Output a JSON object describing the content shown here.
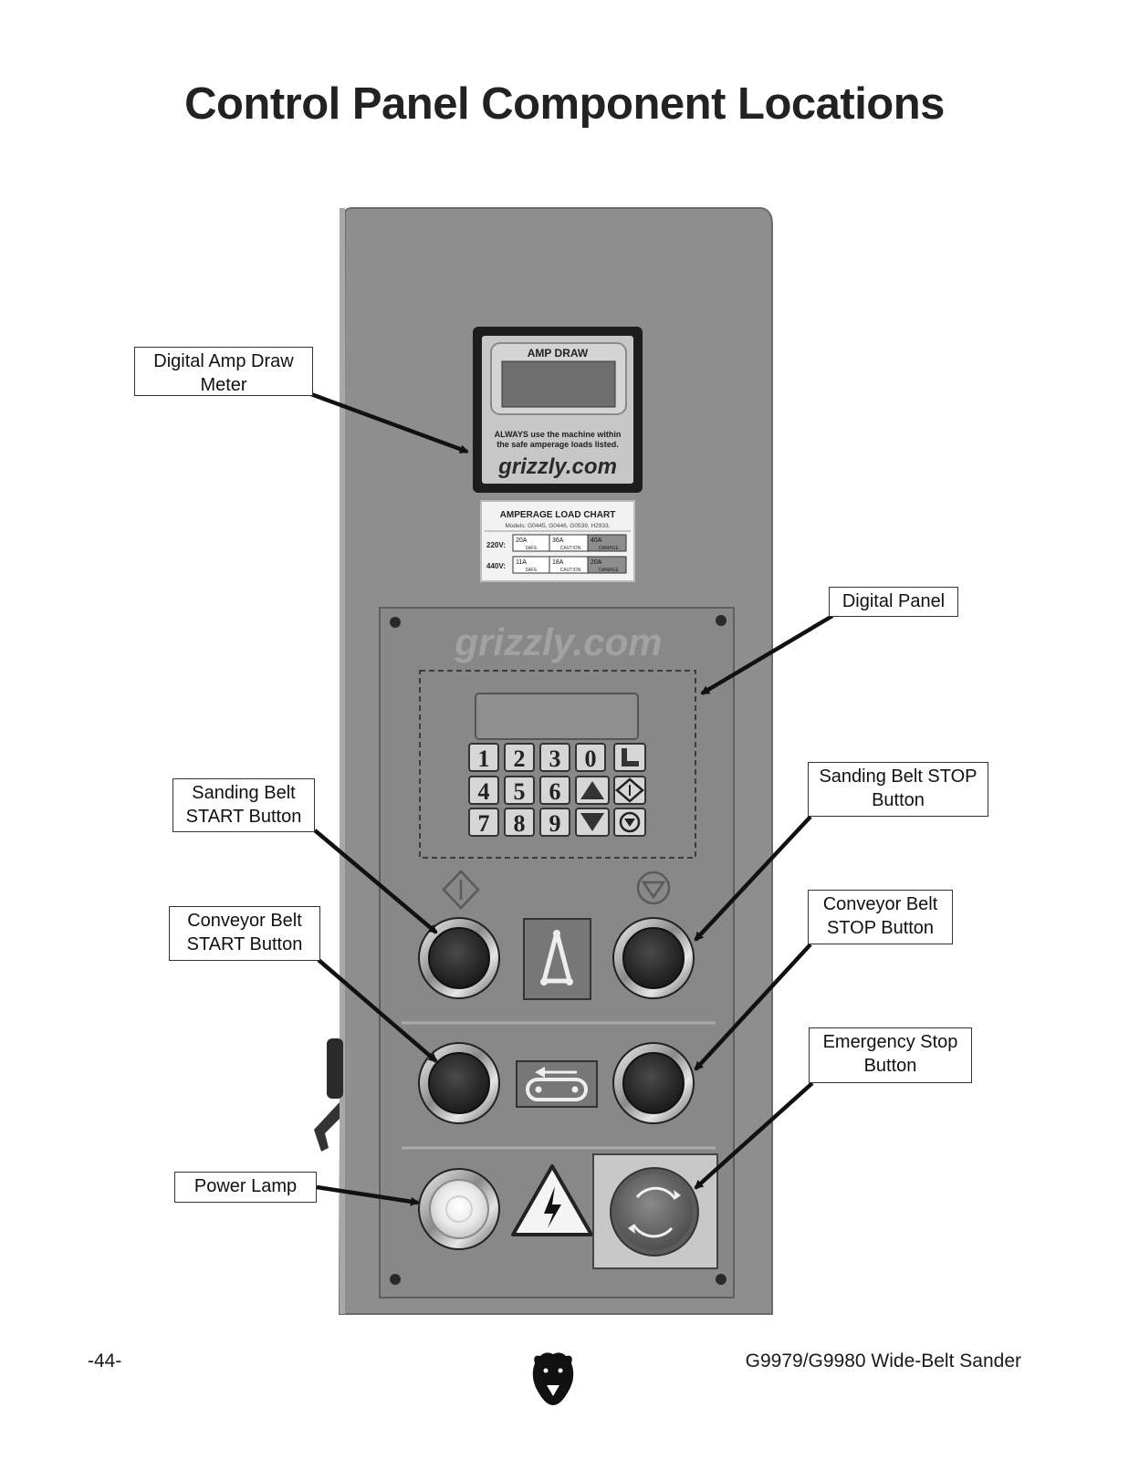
{
  "title": "Control Panel Component Locations",
  "footer": {
    "page_number": "-44-",
    "model": "G9979/G9980 Wide-Belt Sander"
  },
  "callouts": {
    "amp_meter": "Digital Amp Draw\nMeter",
    "digital_panel": "Digital Panel",
    "sanding_start": "Sanding Belt\nSTART Button",
    "sanding_stop": "Sanding Belt STOP\nButton",
    "conveyor_start": "Conveyor Belt\nSTART Button",
    "conveyor_stop": "Conveyor Belt\nSTOP Button",
    "emergency_stop": "Emergency Stop\nButton",
    "power_lamp": "Power Lamp"
  },
  "amp_meter": {
    "header": "AMP DRAW",
    "warning_line1": "ALWAYS use the machine within",
    "warning_line2": "the safe amperage loads listed.",
    "brand": "grizzly.com"
  },
  "load_chart": {
    "title": "AMPERAGE LOAD CHART",
    "models": "Models: G0445, G0446, G0539, H2933.",
    "rows": [
      {
        "voltage": "220V:",
        "safe": "20A",
        "caution": "36A",
        "damage": "40A"
      },
      {
        "voltage": "440V:",
        "safe": "11A",
        "caution": "18A",
        "damage": "20A"
      }
    ],
    "labels": {
      "safe": "SAFE",
      "caution": "CAUTION",
      "damage": "DAMAGE"
    }
  },
  "panel_brand": "grizzly.com",
  "keypad": {
    "row1": [
      "1",
      "2",
      "3",
      "0"
    ],
    "row2": [
      "4",
      "5",
      "6"
    ],
    "row3": [
      "7",
      "8",
      "9"
    ]
  },
  "colors": {
    "panel_gray": "#8c8c8c",
    "plate_gray": "#868686",
    "button_dark": "#2e2e2e",
    "estop_red": "#6e6e6e"
  }
}
